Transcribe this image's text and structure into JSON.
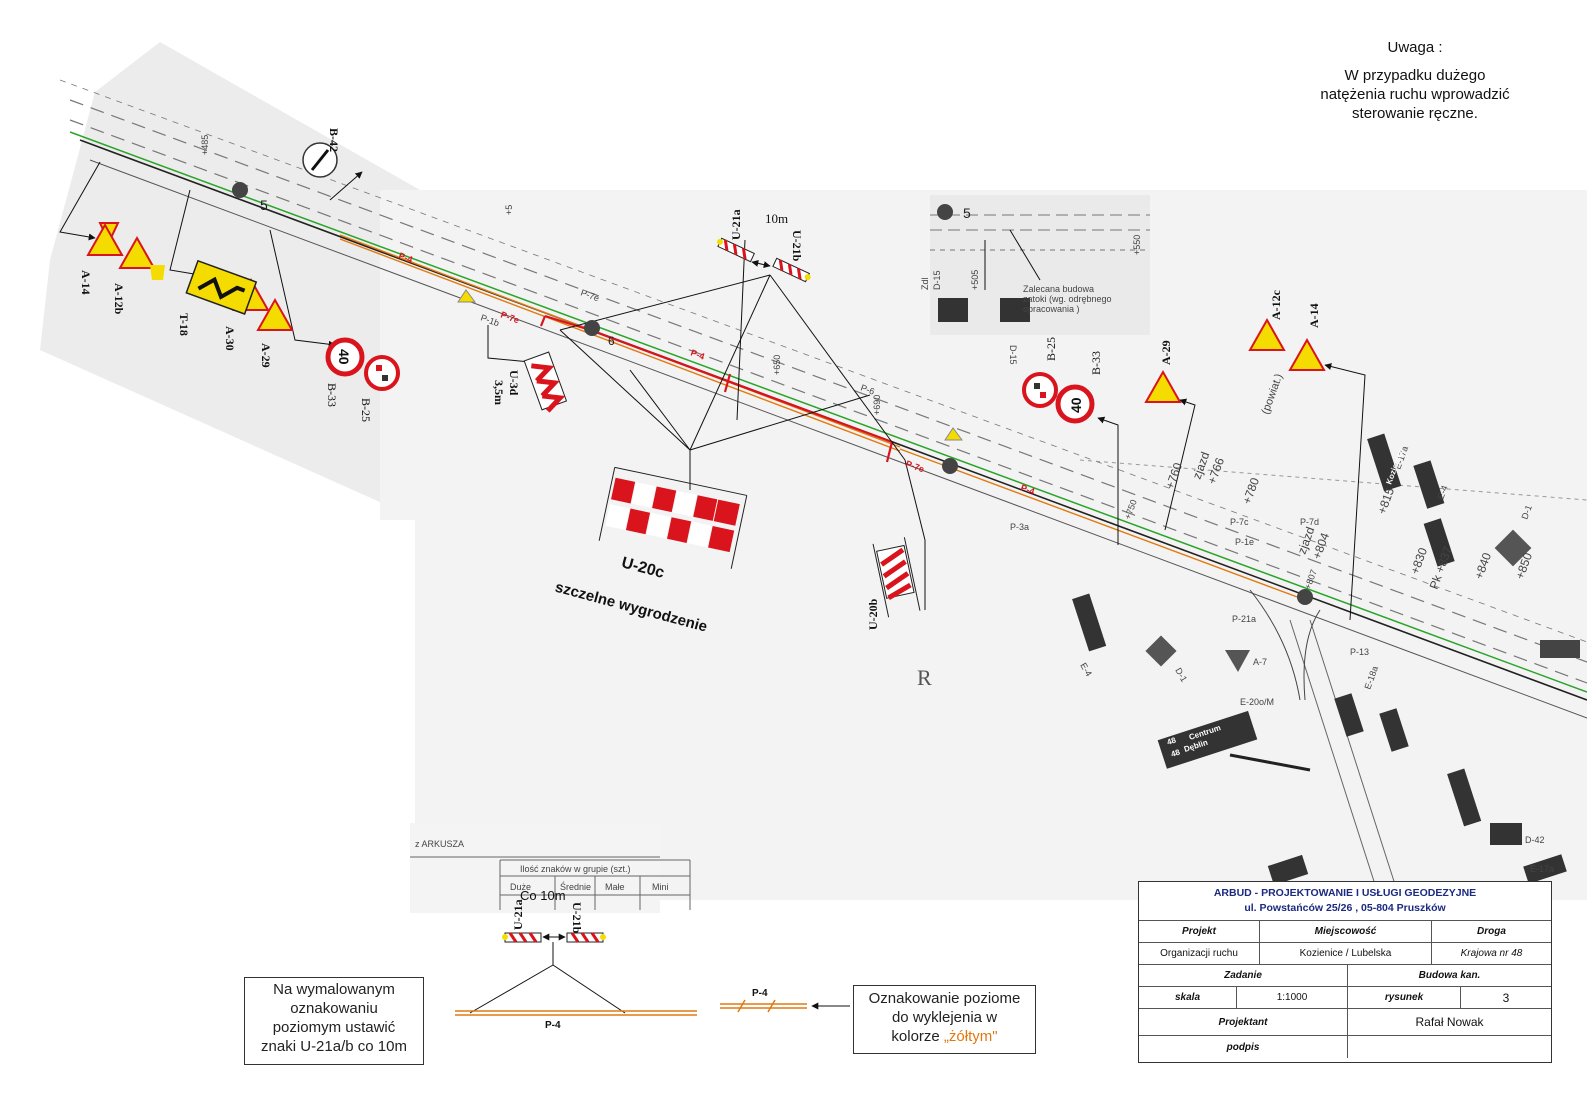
{
  "note": {
    "heading": "Uwaga :",
    "line1": "W przypadku dużego",
    "line2": "natężenia ruchu wprowadzić",
    "line3": "sterowanie ręczne."
  },
  "labels": {
    "a14": "A-14",
    "a12b": "A-12b",
    "t18": "T-18",
    "a30": "A-30",
    "a29": "A-29",
    "b33": "B-33",
    "b25": "B-25",
    "b42": "B-42",
    "b25r": "B-25",
    "b33r": "B-33",
    "a29r": "A-29",
    "a12c": "A-12c",
    "a14r": "A-14",
    "u21a": "U-21a",
    "u21b": "U-21b",
    "tenm": "10m",
    "u3d": "U-3d",
    "u3d_len": "3,5m",
    "u20c": "U-20c",
    "u20c_desc": "szczelne wygrodzenie",
    "u20b": "U-20b",
    "p4": "P-4",
    "p4b": "P-4",
    "p4c": "P-4",
    "p4d": "P-4",
    "speed": "40",
    "r": "R",
    "zalecana": "Zalecana budowa",
    "zatoki": "zatoki (wg. odrębnego",
    "opracowania": "opracowania )",
    "d15": "D-15",
    "d15b": "D-15",
    "d1": "D-1",
    "d1b": "D-1",
    "d42": "D-42",
    "e17a": "E-17a",
    "e17ab": "E-17a",
    "e18a": "E-18a",
    "e4": "E-4",
    "e4b": "E-4",
    "e20o": "E-20o/M",
    "a7": "A-7",
    "p13": "P-13",
    "p21a": "P-21a",
    "p7e": "P-7e",
    "p7c": "P-7c",
    "p7d": "P-7d",
    "p1e": "P-1e",
    "p3a": "P-3a",
    "p6": "P-6",
    "p1b": "P-1b",
    "zjazd": "zjazd",
    "dist760": "+760",
    "dist766": "+766",
    "dist780": "+780",
    "dist750": "+750",
    "dist804": "+804",
    "dist815": "+815",
    "dist830": "+830",
    "dist837": "Pk +837",
    "dist840": "+840",
    "dist850": "+850",
    "dist807": "+807",
    "dist505": "+505",
    "dist650": "+650",
    "dist690": "+690",
    "dist550": "+550",
    "dist485": "+485",
    "dist5": "+5",
    "five": "5",
    "six": "6",
    "kozienice": "Kozienice",
    "deblin": "Dęblin",
    "centrum": "Centrum",
    "r48": "48",
    "r48b": "48",
    "powiat": "(powiat.)",
    "zdl": "Zdl",
    "co10m": "Co 10m",
    "duze": "Duże",
    "srednie": "Średnie",
    "male": "Małe",
    "mini": "Mini",
    "ilosc": "Ilość znaków w grupie (szt.)",
    "arkusza": "z ARKUSZA"
  },
  "legend_left": {
    "line1": "Na wymalowanym",
    "line2": "oznakowaniu",
    "line3": "poziomym ustawić",
    "line4": "znaki U-21a/b co 10m"
  },
  "legend_right": {
    "line1": "Oznakowanie poziome",
    "line2": "do wyklejenia w",
    "line3_pre": "kolorze ",
    "line3_hl": "„żółtym\""
  },
  "title_block": {
    "company": "ARBUD - PROJEKTOWANIE I USŁUGI GEODEZYJNE",
    "address": "ul. Powstańców 25/26 , 05-804 Pruszków",
    "h_projekt": "Projekt",
    "h_miejsc": "Miejscowość",
    "h_droga": "Droga",
    "v_projekt": "Organizacji ruchu",
    "v_miejsc": "Kozienice / Lubelska",
    "v_droga": "Krajowa nr 48",
    "h_zadanie": "Zadanie",
    "v_zadanie": "Budowa kan.",
    "h_skala": "skala",
    "v_skala": "1:1000",
    "h_rysunek": "rysunek",
    "v_rysunek": "3",
    "h_projektant": "Projektant",
    "v_projektant": "Rafał Nowak",
    "h_podpis": "podpis",
    "v_podpis": ""
  },
  "colors": {
    "red": "#d9141c",
    "yellow": "#f5dc00",
    "orange": "#e07a10",
    "green": "#2aa52a",
    "ink": "#333333"
  }
}
